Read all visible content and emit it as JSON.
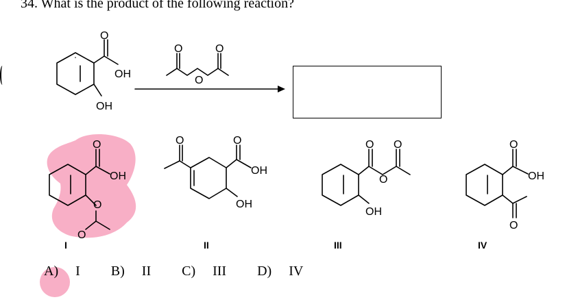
{
  "question": {
    "number": "34.",
    "text": "What is the product of the following reaction?"
  },
  "reactant": {
    "oh_acid": "OH",
    "oh_phenol": "OH"
  },
  "reagent": {
    "o_top_left": "O",
    "o_top_right": "O",
    "o_bridge": "O"
  },
  "options": [
    {
      "roman": "I",
      "labels": [
        "O",
        "OH",
        "O",
        "O"
      ]
    },
    {
      "roman": "II",
      "labels": [
        "O",
        "O",
        "OH",
        "OH"
      ]
    },
    {
      "roman": "III",
      "labels": [
        "O",
        "O",
        "O",
        "OH"
      ]
    },
    {
      "roman": "IV",
      "labels": [
        "O",
        "OH",
        "O"
      ]
    }
  ],
  "answers": [
    {
      "letter": "A)",
      "text": "I"
    },
    {
      "letter": "B)",
      "text": "II"
    },
    {
      "letter": "C)",
      "text": "III"
    },
    {
      "letter": "D)",
      "text": "IV"
    }
  ],
  "highlight_color": "#f7a6c0"
}
